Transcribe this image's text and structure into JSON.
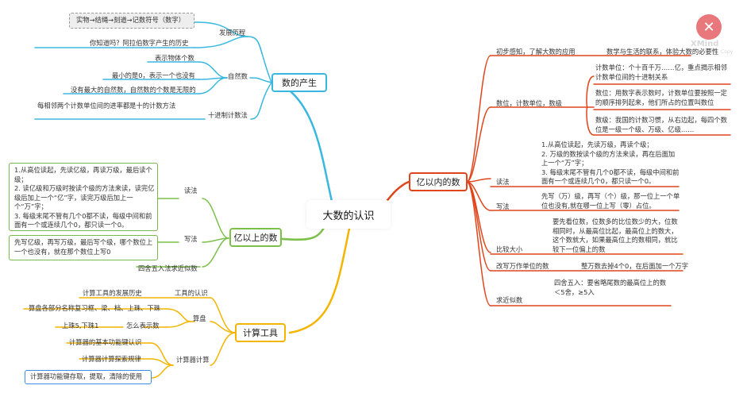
{
  "central": "大数的认识",
  "branches": {
    "origin": {
      "label": "数的产生",
      "history": {
        "label": "发展历程",
        "items": [
          "实物→结绳→刻道→记数符号（数字）",
          "你知道吗？阿拉伯数字产生的历史"
        ]
      },
      "natural": {
        "label": "自然数",
        "items": [
          "表示物体个数",
          "最小的是0，表示一个也没有",
          "没有最大的自然数，自然数的个数是无限的"
        ]
      },
      "decimal": {
        "label": "十进制计数法",
        "text": "每相邻两个计数单位间的进率都是十的计数方法"
      }
    },
    "above": {
      "label": "亿以上的数",
      "read": {
        "label": "读法",
        "text": "1.从高位读起，先读亿级，再读万级，最后读个级；\n2. 读亿级和万级时按读个级的方法来读，读完亿级后加上一个“亿”字，读完万级后加上一个“万”字；\n3. 每级末尾不管有几个0都不读，每级中间和前面有一个或连续几个0，都只读一个0。"
      },
      "write": {
        "label": "写法",
        "text": "先写亿级，再写万级，最后写个级，哪个数位上一个也没有，就在那个数位上写0"
      },
      "round": {
        "label": "四舍五入法求近似数"
      }
    },
    "tools": {
      "label": "计算工具",
      "know": {
        "label": "工具的认识",
        "items": [
          "计算工具的发展历史"
        ]
      },
      "abacus": {
        "label": "算盘",
        "items": [
          "算盘各部分名称复习框、梁、档、上珠、下珠"
        ],
        "how": {
          "label": "怎么表示数",
          "items": [
            "上珠5,下珠1"
          ]
        }
      },
      "calc": {
        "label": "计算器计算",
        "items": [
          "计算器的基本功能键认识",
          "计算器计算探索规律",
          "计算器功能键存取，提取，清除的使用"
        ]
      }
    },
    "within": {
      "label": "亿以内的数",
      "intro": {
        "label": "初步感知，了解大数的应用",
        "text": "数学与生活的联系，体验大数的必要性"
      },
      "units": {
        "label": "数位，计数单位，数级",
        "items": [
          "计数单位：个十百千万……亿，重点揭示相邻计数单位间的十进制关系",
          "数位：用数字表示数时，计数单位要按照一定的顺序排列起来，他们所占的位置叫数位",
          "数级：我国的计数习惯，从右边起，每四个数位是一级一个级、万级、亿级……"
        ]
      },
      "read": {
        "label": "读法",
        "text": "1.从高位读起，先读万级，再读个级；\n2. 万级的数按读个级的方法来读，再在后面加上一个“万”字；\n3. 每级末尾不管有几个0都不读，每级中间和前面有一个或连续几个0，都只读一个0。"
      },
      "write": {
        "label": "写法",
        "text": "先写（万）级，再写（个）级，那一位上一个单位也没有,就在哪一位上写（零）占位。"
      },
      "compare": {
        "label": "比较大小",
        "text": "要先看位数，位数多的比位数少的大，位数相同时，从最高位比起，最高位上的数大，这个数就大，如果最高位上的数相同，就比较下一位偏上的数"
      },
      "rewrite": {
        "label": "改写万作单位的数",
        "text": "整万数去掉4个0，在后面加一个万字"
      },
      "approx": {
        "label": "求近似数",
        "text": "四舍五入：要省略尾数的最高位上的数 ＜5舍，≥5入"
      }
    }
  },
  "colors": {
    "origin": "#38b8e0",
    "above": "#7cc04a",
    "tools": "#f4b400",
    "within": "#e0451b"
  },
  "watermark": {
    "icon": "close-circle-icon",
    "text": "XMind",
    "sub": "Copy"
  }
}
